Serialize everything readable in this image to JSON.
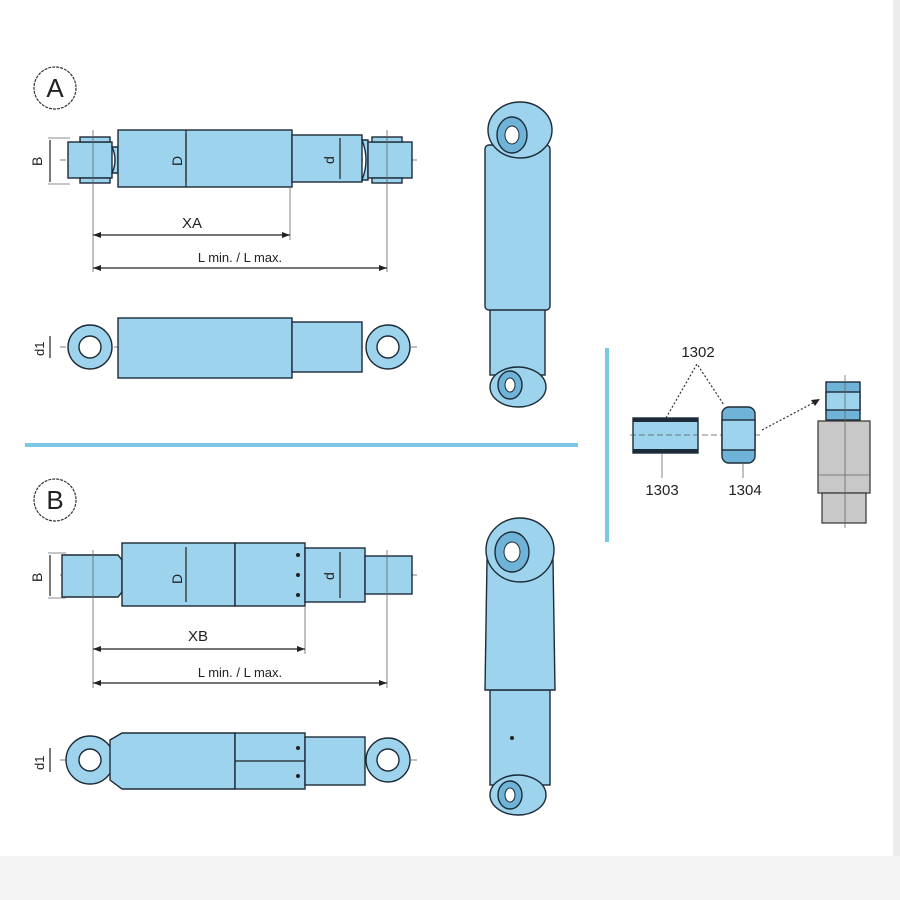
{
  "section_a": {
    "marker": "A",
    "dim_b": "B",
    "dim_d_body": "D",
    "dim_d_rod": "d",
    "dim_xa": "XA",
    "dim_length": "L min. / L max.",
    "dim_d1": "d1"
  },
  "section_b": {
    "marker": "B",
    "dim_b": "B",
    "dim_d_body": "D",
    "dim_d_rod": "d",
    "dim_xb": "XB",
    "dim_length": "L min. / L max.",
    "dim_d1": "d1"
  },
  "bushings": {
    "part_1302": "1302",
    "part_1303": "1303",
    "part_1304": "1304"
  },
  "colors": {
    "part_fill": "#9dd3ec",
    "divider": "#7cc6e6",
    "outline": "#1d2b38"
  }
}
